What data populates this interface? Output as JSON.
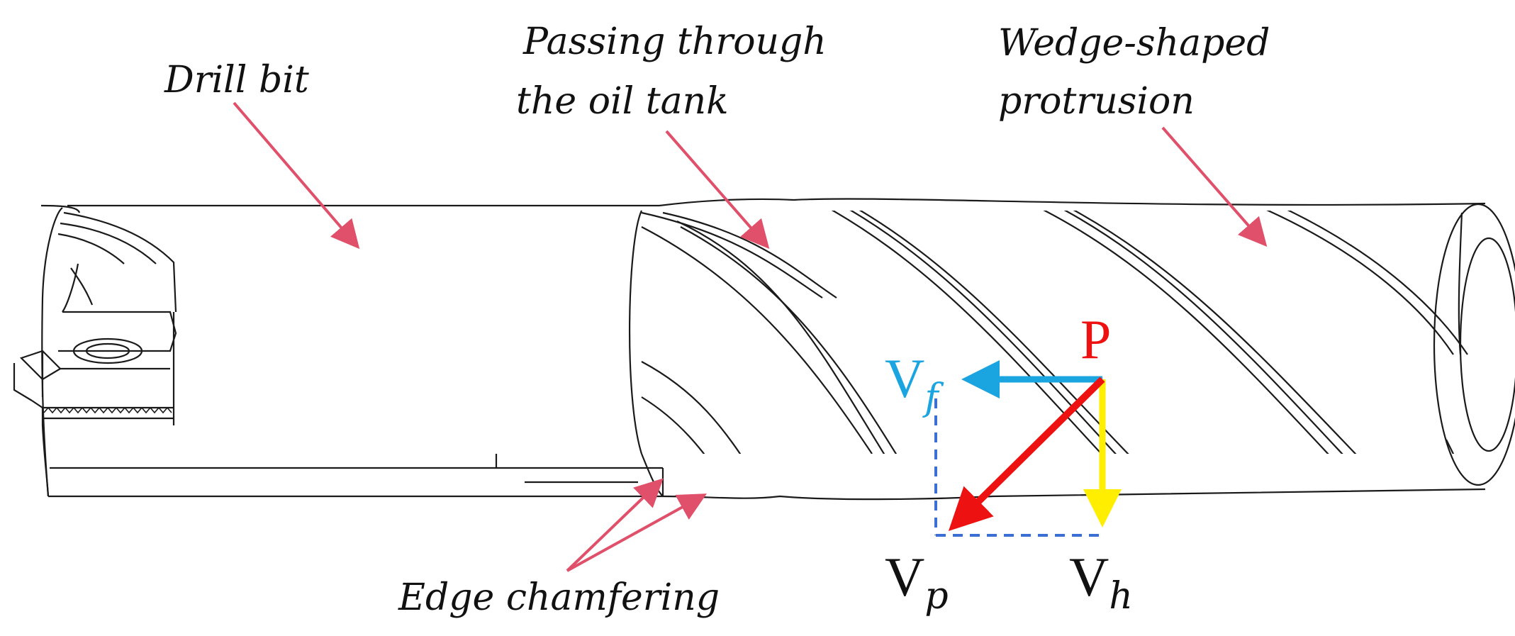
{
  "labels": {
    "drill_bit": "Drill bit",
    "passing_line1": "Passing through",
    "passing_line2": "the oil tank",
    "wedge_line1": "Wedge-shaped",
    "wedge_line2": "protrusion",
    "edge_chamfering": "Edge chamfering"
  },
  "vectors": {
    "point": "P",
    "vf": {
      "main": "V",
      "sub": "f"
    },
    "vp": {
      "main": "V",
      "sub": "p"
    },
    "vh": {
      "main": "V",
      "sub": "h"
    }
  },
  "colors": {
    "pointer_arrows": "#e0506a",
    "vf": "#1aa5e0",
    "vp": "#ee1111",
    "vh": "#ffee00",
    "dashed": "#3b6fd4",
    "outline": "#1a1a1a"
  }
}
